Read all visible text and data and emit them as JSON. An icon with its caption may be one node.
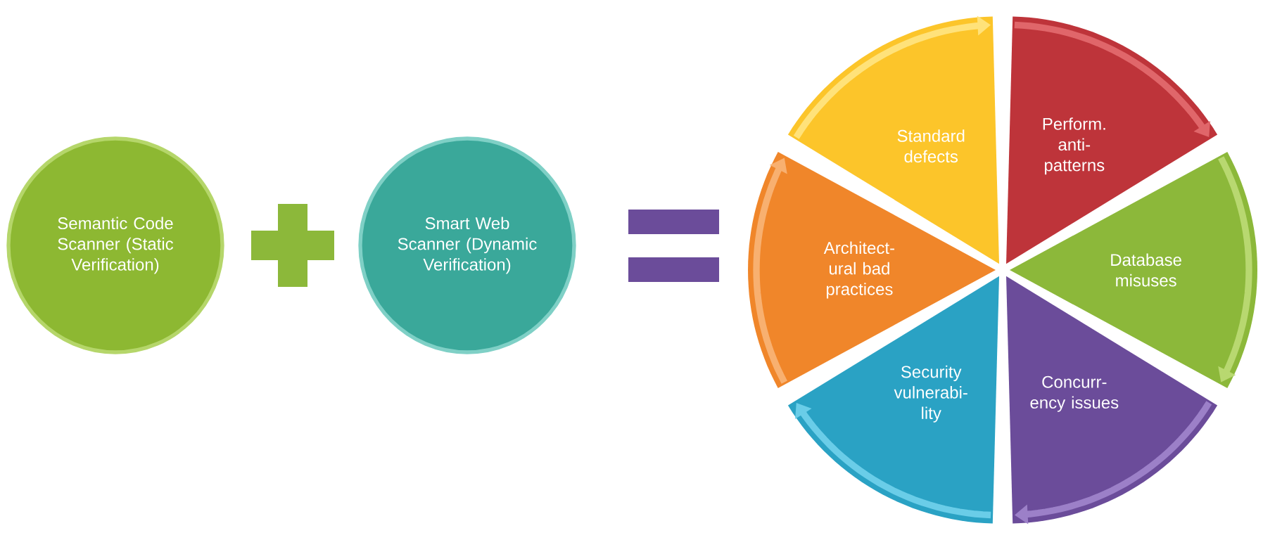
{
  "diagram": {
    "nodes": [
      {
        "text": [
          "Semantic Code Scanner (Static Verification)"
        ]
      },
      {
        "text": [
          "Smart Web Scanner (Dynamic Verification)"
        ]
      },
      {
        "text": [
          "Standard defects"
        ]
      },
      {
        "text": [
          "Perform. anti-patterns"
        ]
      },
      {
        "text": [
          "Database misuses"
        ]
      },
      {
        "text": [
          "Concurr-ency issues"
        ]
      },
      {
        "text": [
          "Security vulnerabi-lity"
        ]
      },
      {
        "text": [
          "Architect-ural bad practices"
        ]
      }
    ]
  }
}
